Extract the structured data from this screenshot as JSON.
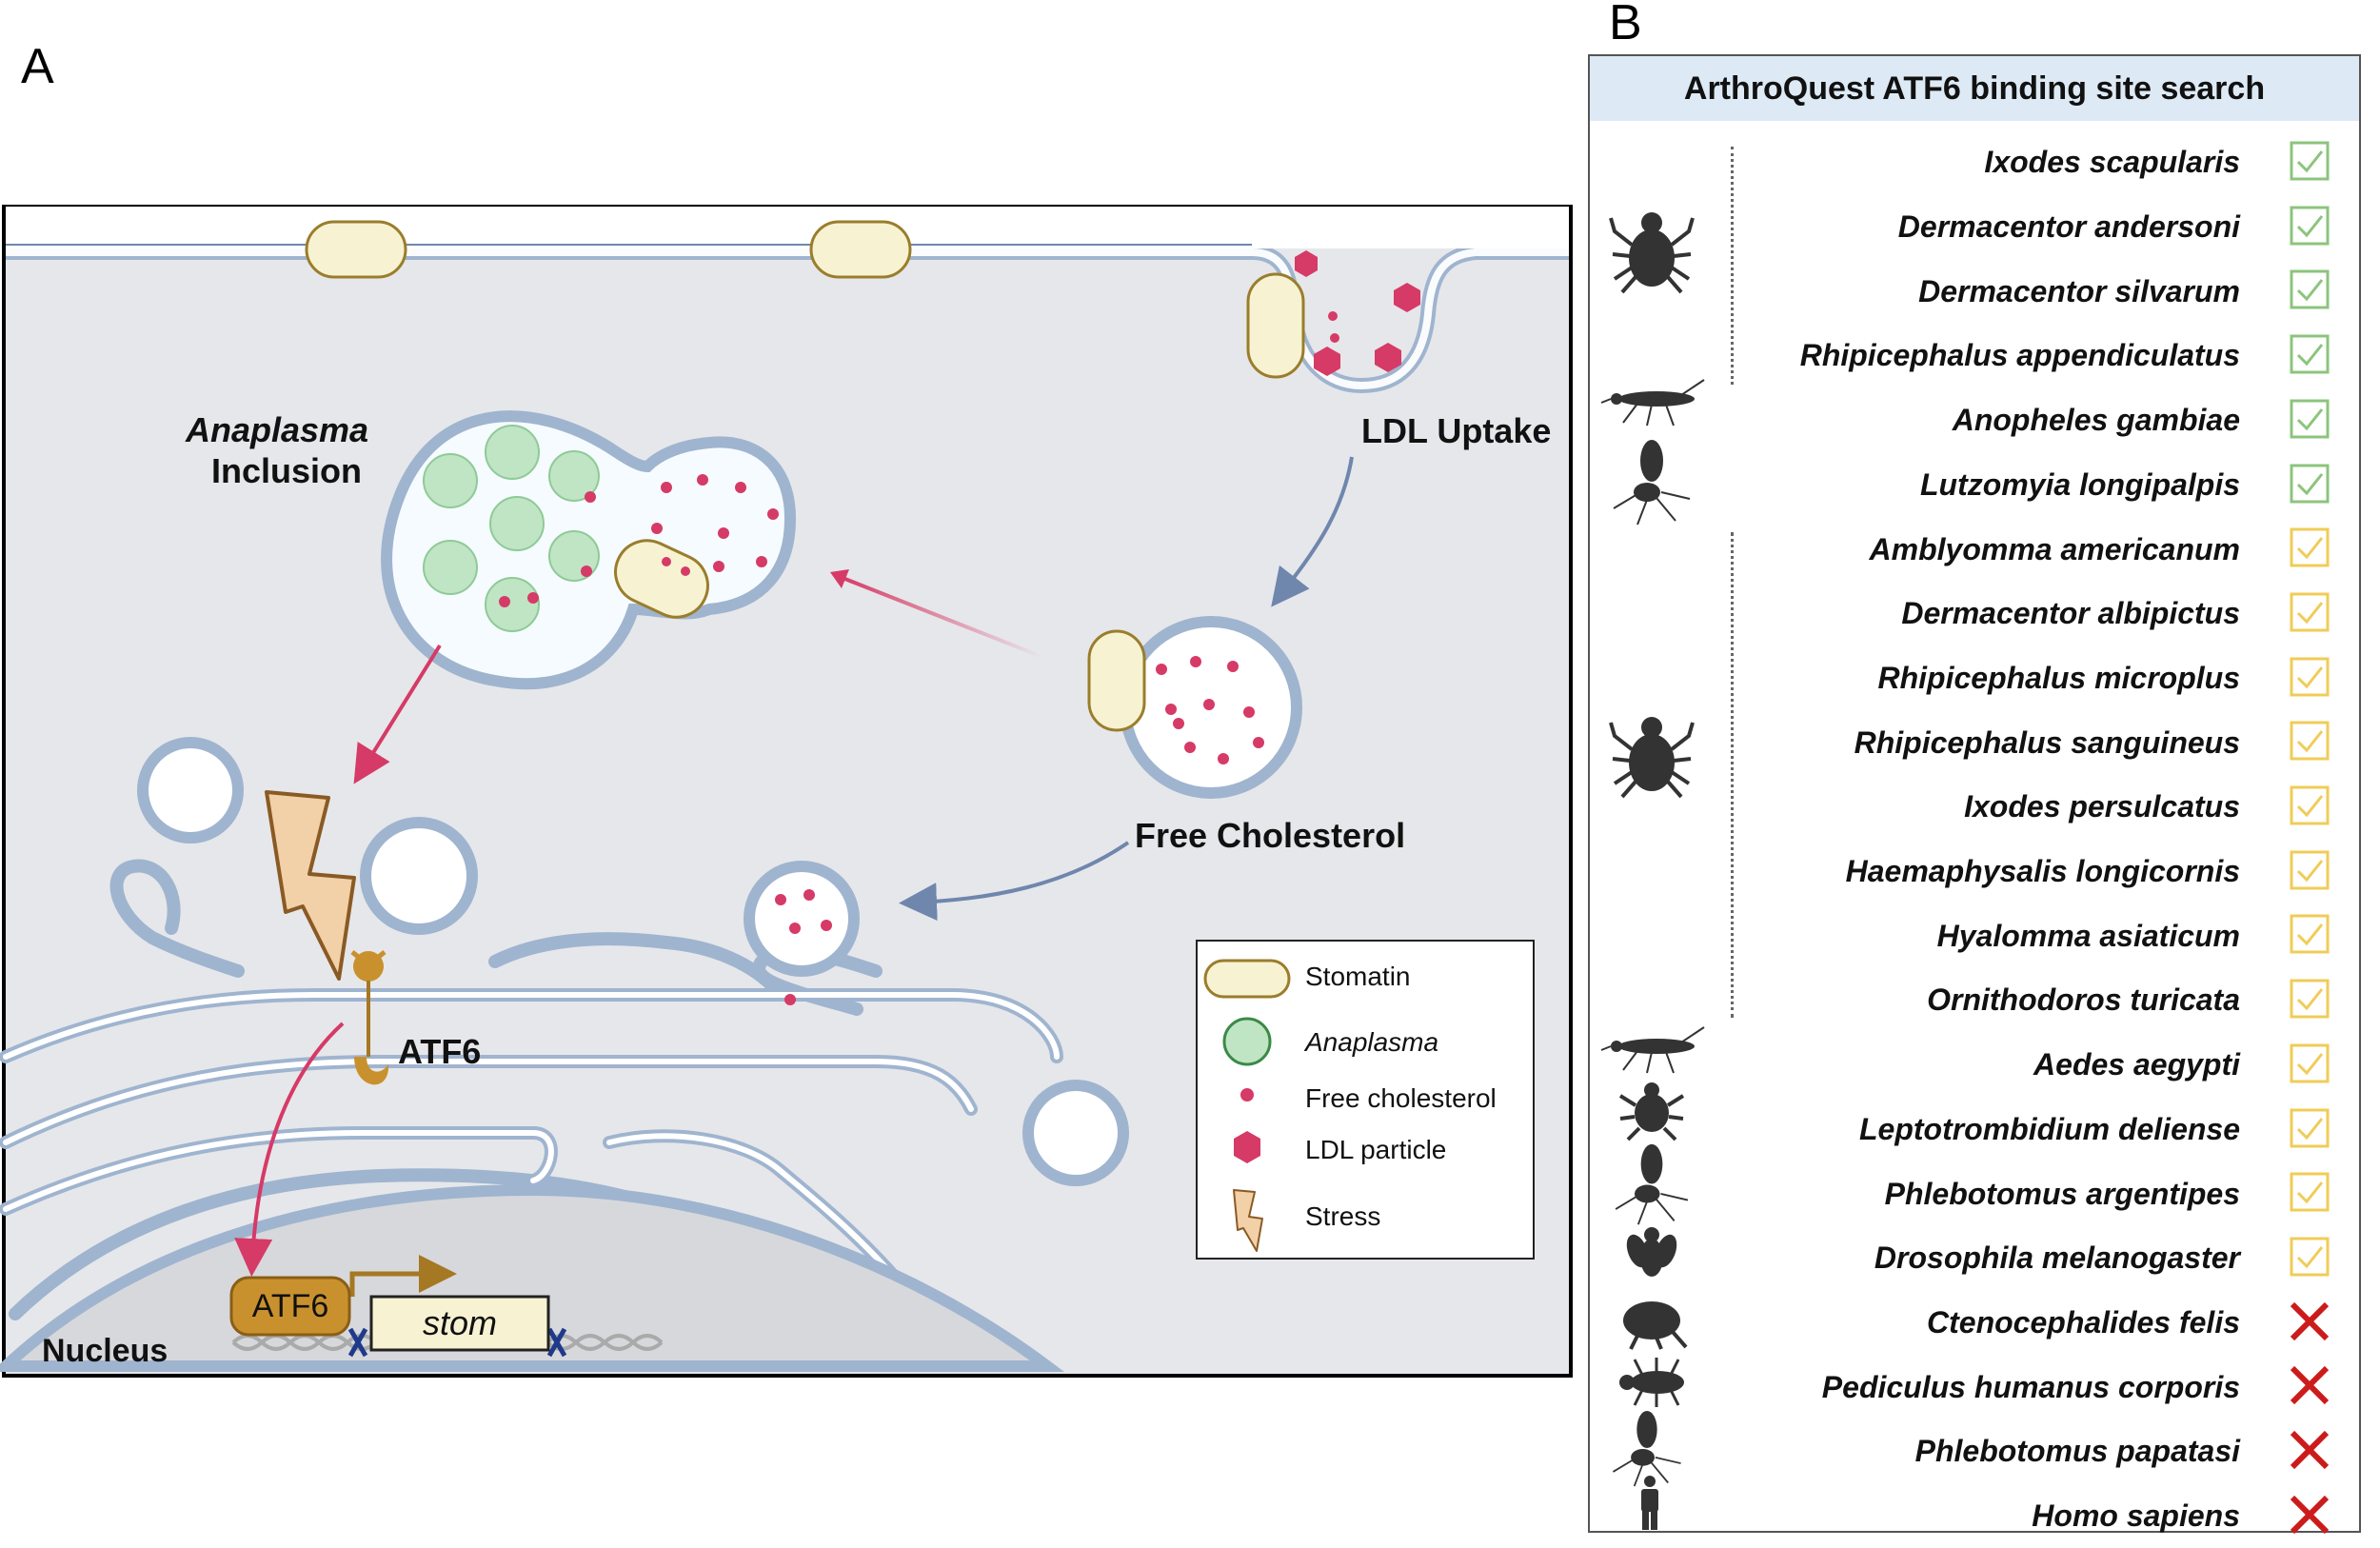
{
  "panel_a": {
    "letter": "A",
    "labels": {
      "inclusion_line1": "Anaplasma",
      "inclusion_line2": "Inclusion",
      "ldl_uptake": "LDL Uptake",
      "free_cholesterol": "Free Cholesterol",
      "atf6": "ATF6",
      "atf6_box": "ATF6",
      "stom": "stom",
      "nucleus": "Nucleus"
    },
    "legend": [
      {
        "label": "Stomatin",
        "icon": "stomatin-icon"
      },
      {
        "label": "Anaplasma",
        "icon": "anaplasma-icon"
      },
      {
        "label": "Free cholesterol",
        "icon": "free-cholesterol-icon"
      },
      {
        "label": "LDL particle",
        "icon": "ldl-particle-icon"
      },
      {
        "label": "Stress",
        "icon": "stress-bolt-icon"
      }
    ],
    "colors": {
      "membrane": "#9fb4cf",
      "cytoplasm": "#e6e7ea",
      "stomatin": "#f7f3d2",
      "stomatin_border": "#9a7d2c",
      "anaplasma": "#bfe5c4",
      "cholesterol": "#d63a66",
      "atf6": "#c9912d",
      "stress": "#f2d0a8"
    }
  },
  "panel_b": {
    "letter": "B",
    "title": "ArthroQuest ATF6 binding site search",
    "colors": {
      "check_green": "#8cc47c",
      "check_yellow": "#f0cc58",
      "cross_red": "#cc1b1b"
    },
    "species": [
      {
        "name": "Ixodes scapularis",
        "result": "check-green"
      },
      {
        "name": "Dermacentor andersoni",
        "result": "check-green"
      },
      {
        "name": "Dermacentor silvarum",
        "result": "check-green"
      },
      {
        "name": "Rhipicephalus appendiculatus",
        "result": "check-green"
      },
      {
        "name": "Anopheles gambiae",
        "result": "check-green"
      },
      {
        "name": "Lutzomyia longipalpis",
        "result": "check-green"
      },
      {
        "name": "Amblyomma americanum",
        "result": "check-yellow"
      },
      {
        "name": "Dermacentor albipictus",
        "result": "check-yellow"
      },
      {
        "name": "Rhipicephalus microplus",
        "result": "check-yellow"
      },
      {
        "name": "Rhipicephalus sanguineus",
        "result": "check-yellow"
      },
      {
        "name": "Ixodes persulcatus",
        "result": "check-yellow"
      },
      {
        "name": "Haemaphysalis longicornis",
        "result": "check-yellow"
      },
      {
        "name": "Hyalomma asiaticum",
        "result": "check-yellow"
      },
      {
        "name": "Ornithodoros turicata",
        "result": "check-yellow"
      },
      {
        "name": "Aedes aegypti",
        "result": "check-yellow"
      },
      {
        "name": "Leptotrombidium deliense",
        "result": "check-yellow"
      },
      {
        "name": "Phlebotomus argentipes",
        "result": "check-yellow"
      },
      {
        "name": "Drosophila melanogaster",
        "result": "check-yellow"
      },
      {
        "name": "Ctenocephalides felis",
        "result": "cross-red"
      },
      {
        "name": "Pediculus humanus corporis",
        "result": "cross-red"
      },
      {
        "name": "Phlebotomus papatasi",
        "result": "cross-red"
      },
      {
        "name": "Homo sapiens",
        "result": "cross-red"
      }
    ]
  }
}
